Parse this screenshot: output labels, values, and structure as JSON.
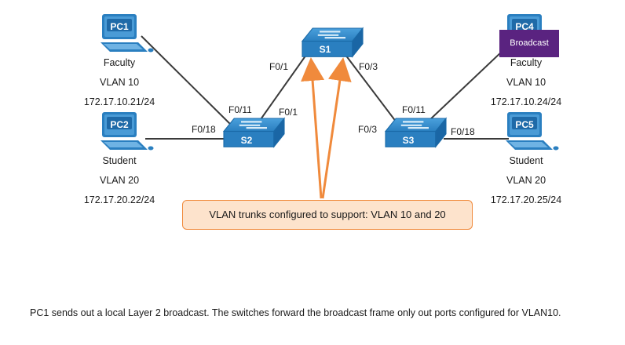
{
  "switches": {
    "s1": {
      "name": "S1"
    },
    "s2": {
      "name": "S2"
    },
    "s3": {
      "name": "S3"
    }
  },
  "pcs": {
    "pc1": {
      "name": "PC1",
      "role": "Faculty",
      "vlan": "VLAN 10",
      "ip": "172.17.10.21/24"
    },
    "pc2": {
      "name": "PC2",
      "role": "Student",
      "vlan": "VLAN 20",
      "ip": "172.17.20.22/24"
    },
    "pc4": {
      "name": "PC4",
      "role": "Faculty",
      "vlan": "VLAN 10",
      "ip": "172.17.10.24/24"
    },
    "pc5": {
      "name": "PC5",
      "role": "Student",
      "vlan": "VLAN 20",
      "ip": "172.17.20.25/24"
    }
  },
  "ports": {
    "s1_left": "F0/1",
    "s1_right": "F0/3",
    "s2_f011": "F0/11",
    "s2_f01": "F0/1",
    "s2_f018": "F0/18",
    "s3_f03": "F0/3",
    "s3_f011": "F0/11",
    "s3_f018": "F0/18"
  },
  "badge": {
    "label": "Broadcast"
  },
  "callout": {
    "text": "VLAN trunks configured to support: VLAN 10 and 20"
  },
  "description": "PC1 sends out a local Layer 2 broadcast. The switches forward the broadcast frame only out ports configured for VLAN10.",
  "colors": {
    "device_blue": "#1f74b8",
    "arrow_orange": "#f08a3c",
    "badge_purple": "#5a2380",
    "callout_fill": "#fde3cc"
  }
}
